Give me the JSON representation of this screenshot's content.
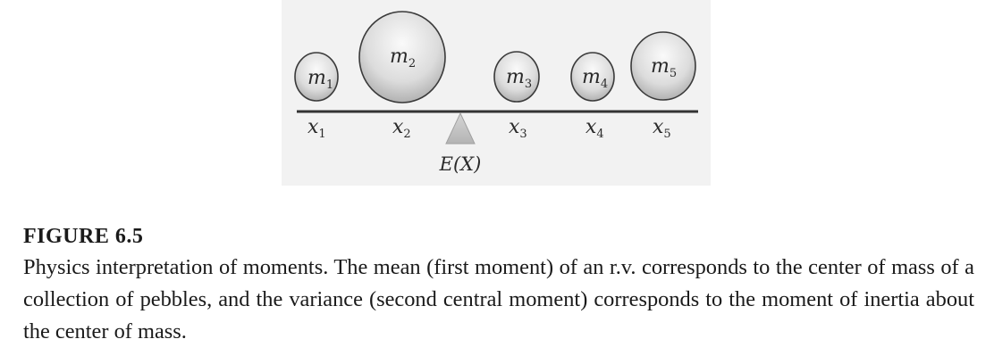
{
  "figure": {
    "pebbles": [
      {
        "var": "m",
        "sub": "1",
        "pos_label_var": "x",
        "pos_label_sub": "1"
      },
      {
        "var": "m",
        "sub": "2",
        "pos_label_var": "x",
        "pos_label_sub": "2"
      },
      {
        "var": "m",
        "sub": "3",
        "pos_label_var": "x",
        "pos_label_sub": "3"
      },
      {
        "var": "m",
        "sub": "4",
        "pos_label_var": "x",
        "pos_label_sub": "4"
      },
      {
        "var": "m",
        "sub": "5",
        "pos_label_var": "x",
        "pos_label_sub": "5"
      }
    ],
    "fulcrum_label": "E(X)",
    "colors": {
      "background": "#f2f2f2",
      "pebble_fill": "#d4d4d4",
      "pebble_stroke": "#3a3a3a",
      "beam": "#333333",
      "fulcrum": "#c8c8c8"
    }
  },
  "caption": {
    "label": "FIGURE 6.5",
    "text": "Physics interpretation of moments. The mean (first moment) of an r.v. corresponds to the center of mass of a collection of pebbles, and the variance (second central moment) corresponds to the moment of inertia about the center of mass."
  }
}
